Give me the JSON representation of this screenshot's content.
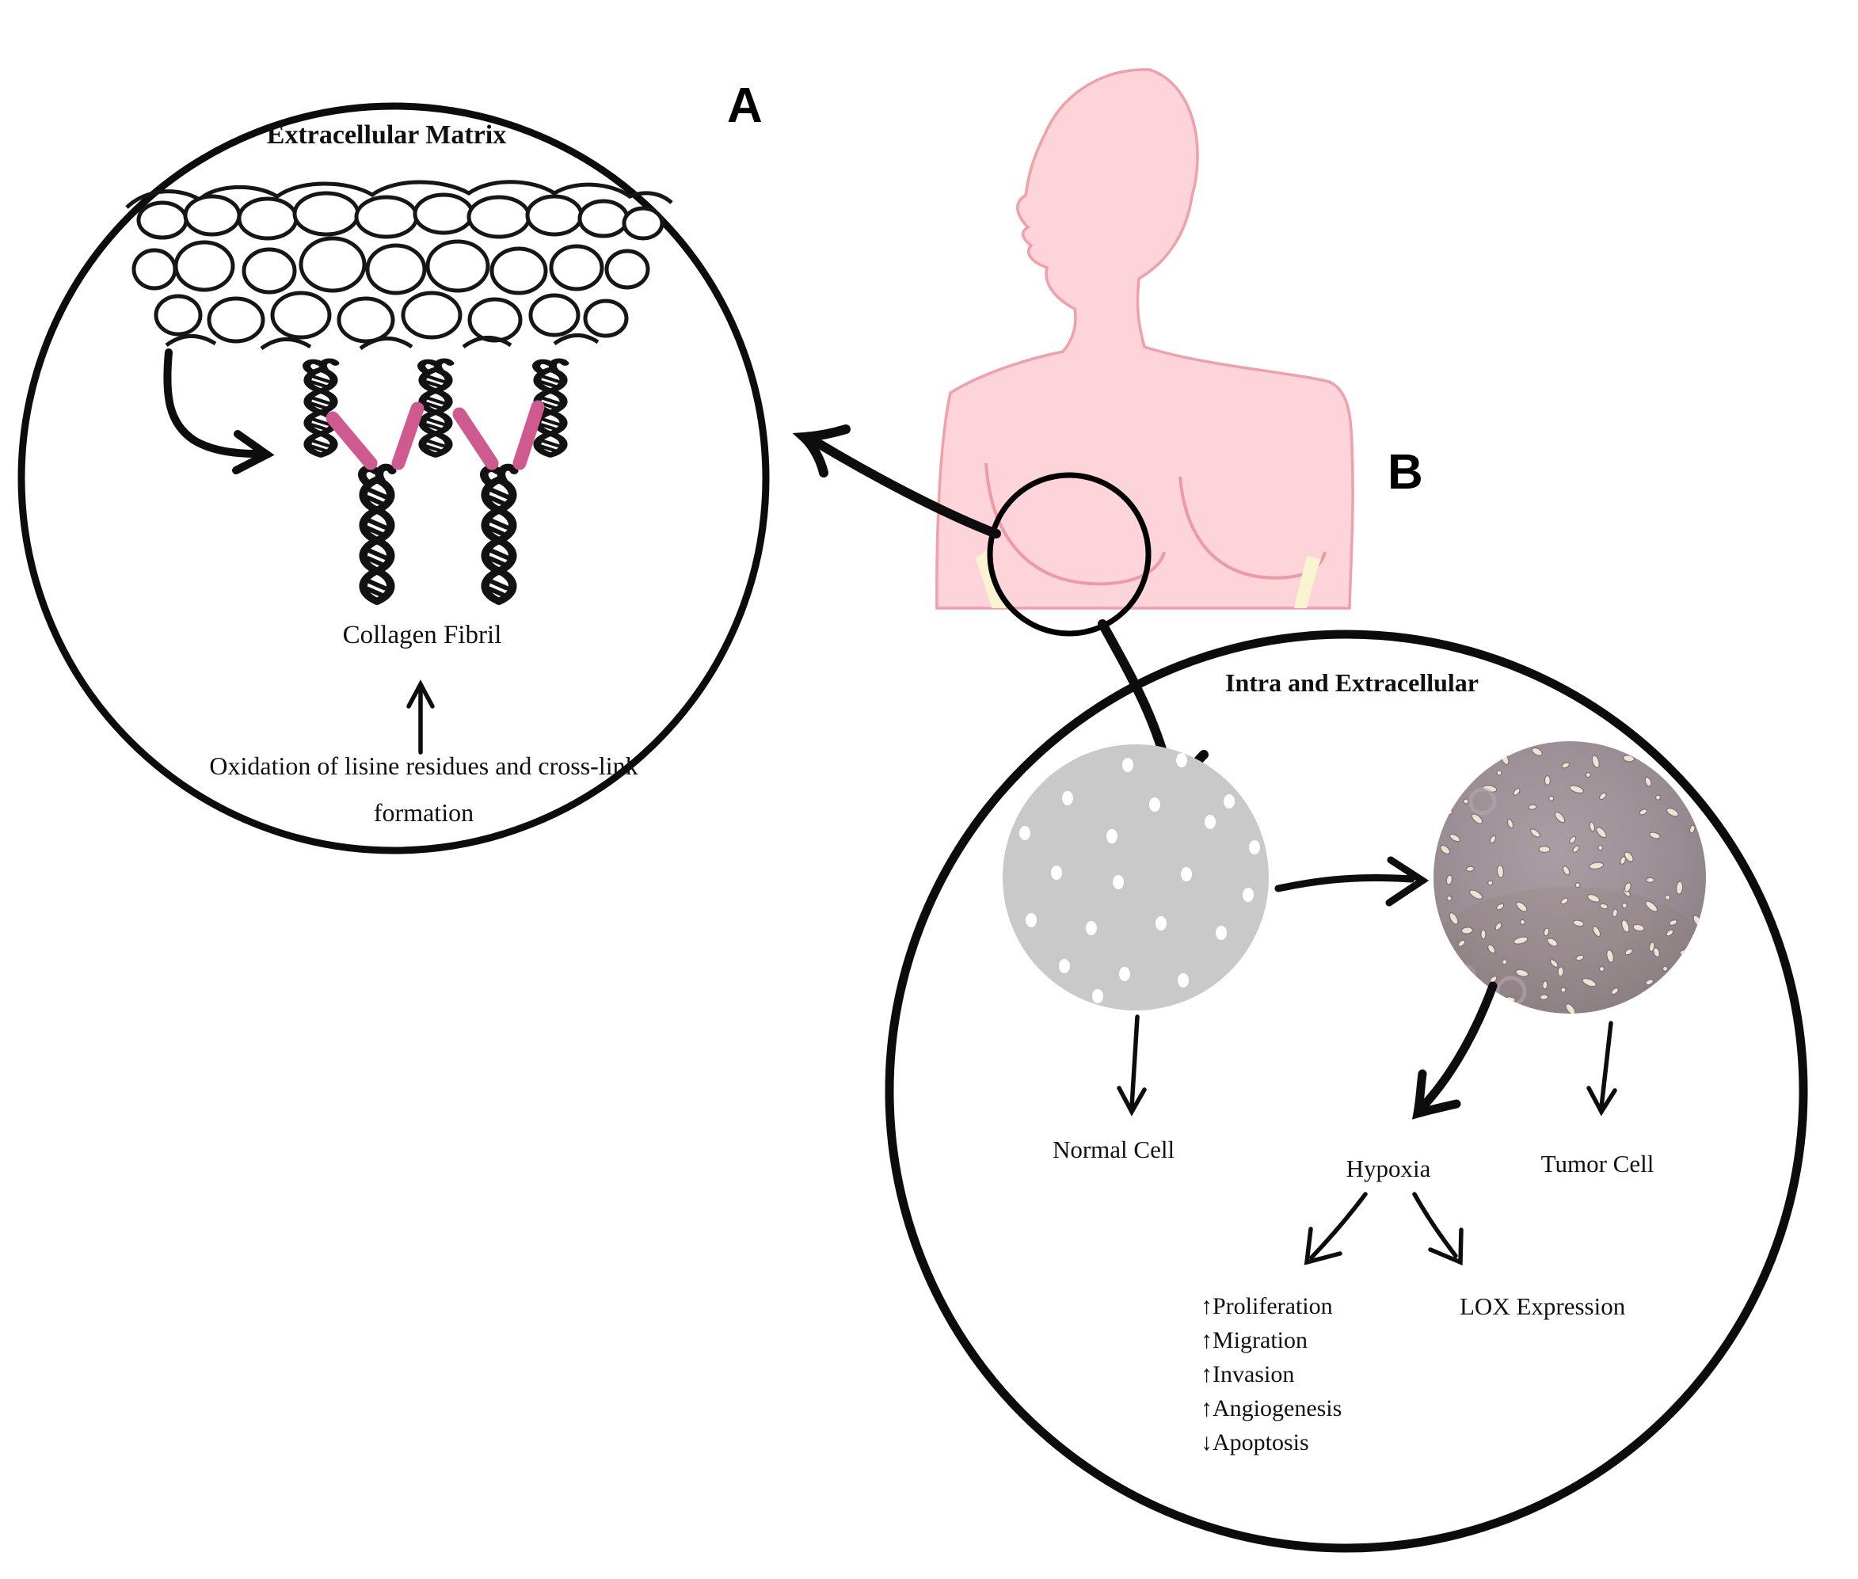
{
  "figure": {
    "panel_a": {
      "label": "A",
      "title": "Extracellular Matrix",
      "collagen_label": "Collagen Fibril",
      "caption_lines": [
        "Oxidation of lisine residues and cross-link",
        "formation"
      ]
    },
    "panel_b": {
      "label": "B",
      "title": "Intra and Extracellular",
      "normal_cell_label": "Normal Cell",
      "hypoxia_label": "Hypoxia",
      "tumor_cell_label": "Tumor Cell",
      "lox_label": "LOX Expression",
      "hypoxia_effects": [
        "↑Proliferation",
        "↑Migration",
        "↑Invasion",
        "↑Angiogenesis",
        "↓Apoptosis"
      ]
    },
    "icons": {
      "up-arrow-glyph": "↑",
      "down-arrow-glyph": "↓"
    },
    "colors": {
      "crosslink_pink": "#ce5a8f",
      "body_fill": "#fcd4d9",
      "body_outline": "#f0a0ab",
      "normal_culture_gray": "#c9c9c9",
      "tumor_culture_base": "#978b91",
      "line_black": "#0d0d0d"
    }
  }
}
